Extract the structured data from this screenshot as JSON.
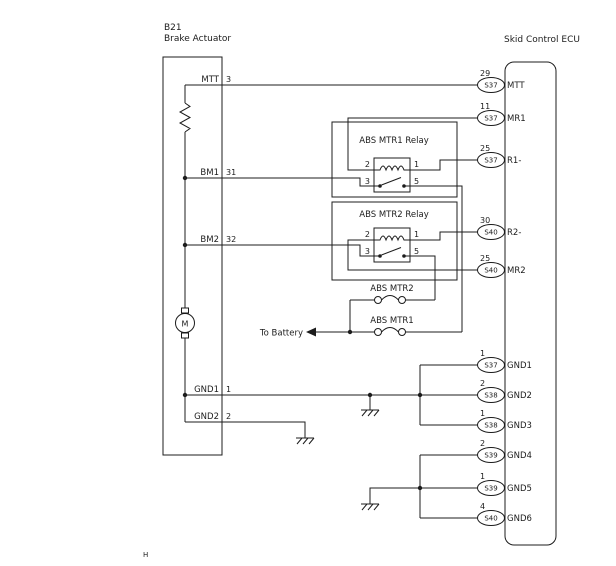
{
  "title": {
    "actuator_code": "B21",
    "actuator_name": "Brake Actuator",
    "ecu_name": "Skid Control ECU"
  },
  "actuator_pins": {
    "mtt": {
      "label": "MTT",
      "num": "3"
    },
    "bm1": {
      "label": "BM1",
      "num": "31"
    },
    "bm2": {
      "label": "BM2",
      "num": "32"
    },
    "gnd1": {
      "label": "GND1",
      "num": "1"
    },
    "gnd2": {
      "label": "GND2",
      "num": "2"
    }
  },
  "ecu_pins": {
    "mtt": {
      "num": "29",
      "conn": "S37",
      "label": "MTT"
    },
    "mr1": {
      "num": "11",
      "conn": "S37",
      "label": "MR1"
    },
    "r1": {
      "num": "25",
      "conn": "S37",
      "label": "R1-"
    },
    "r2": {
      "num": "30",
      "conn": "S40",
      "label": "R2-"
    },
    "mr2": {
      "num": "25",
      "conn": "S40",
      "label": "MR2"
    },
    "gnd1": {
      "num": "1",
      "conn": "S37",
      "label": "GND1"
    },
    "gnd2": {
      "num": "2",
      "conn": "S38",
      "label": "GND2"
    },
    "gnd3": {
      "num": "1",
      "conn": "S38",
      "label": "GND3"
    },
    "gnd4": {
      "num": "2",
      "conn": "S39",
      "label": "GND4"
    },
    "gnd5": {
      "num": "1",
      "conn": "S39",
      "label": "GND5"
    },
    "gnd6": {
      "num": "4",
      "conn": "S40",
      "label": "GND6"
    }
  },
  "relay1": {
    "name": "ABS MTR1 Relay",
    "pin_tl": "2",
    "pin_tr": "1",
    "pin_bl": "3",
    "pin_br": "5"
  },
  "relay2": {
    "name": "ABS MTR2 Relay",
    "pin_tl": "2",
    "pin_tr": "1",
    "pin_bl": "3",
    "pin_br": "5"
  },
  "fuse1": {
    "name": "ABS MTR1"
  },
  "fuse2": {
    "name": "ABS MTR2"
  },
  "battery": {
    "label": "To Battery"
  },
  "motor": {
    "label": "M"
  },
  "page": {
    "marker": "H"
  },
  "colors": {
    "line": "#1c1c1c",
    "background": "#ffffff"
  }
}
